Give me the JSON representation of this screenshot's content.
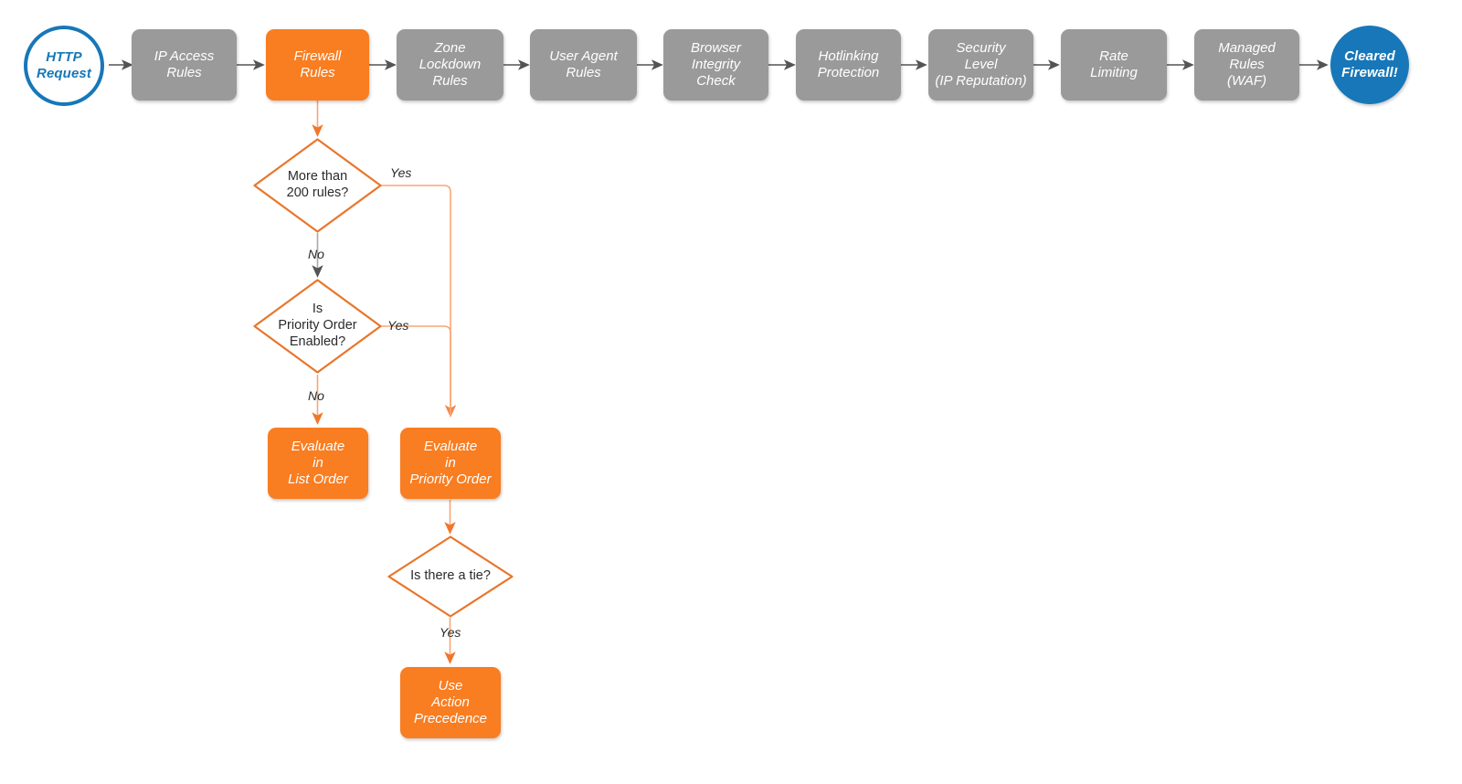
{
  "diagram": {
    "title": "Cloudflare request evaluation order flowchart",
    "colors": {
      "gray": "#9a9a9a",
      "orange": "#f97d21",
      "orange_light": "#f8a776",
      "blue": "#1777b8",
      "arrow_gray": "#545454",
      "text_dark": "#2b2b2b",
      "background": "#ffffff"
    }
  },
  "pipeline": {
    "start": {
      "label": "HTTP\nRequest",
      "shape": "circle",
      "style": "hollow-blue"
    },
    "steps": [
      {
        "label": "IP Access\nRules",
        "style": "gray"
      },
      {
        "label": "Firewall\nRules",
        "style": "orange"
      },
      {
        "label": "Zone\nLockdown\nRules",
        "style": "gray"
      },
      {
        "label": "User Agent\nRules",
        "style": "gray"
      },
      {
        "label": "Browser\nIntegrity\nCheck",
        "style": "gray"
      },
      {
        "label": "Hotlinking\nProtection",
        "style": "gray"
      },
      {
        "label": "Security\nLevel\n(IP Reputation)",
        "style": "gray"
      },
      {
        "label": "Rate\nLimiting",
        "style": "gray"
      },
      {
        "label": "Managed\nRules\n(WAF)",
        "style": "gray"
      }
    ],
    "end": {
      "label": "Cleared\nFirewall!",
      "shape": "circle",
      "style": "filled-blue"
    }
  },
  "branch": {
    "decisions": [
      {
        "id": "more-than-200-rules",
        "label": "More than\n200 rules?",
        "yes": "Yes",
        "no": "No"
      },
      {
        "id": "is-priority-order",
        "label": "Is\nPriority Order\nEnabled?",
        "yes": "Yes",
        "no": "No"
      },
      {
        "id": "is-there-a-tie",
        "label": "Is there a tie?",
        "yes": "Yes",
        "no": ""
      }
    ],
    "outcomes": [
      {
        "id": "evaluate-list-order",
        "label": "Evaluate\nin\nList Order",
        "style": "orange"
      },
      {
        "id": "evaluate-priority-order",
        "label": "Evaluate\nin\nPriority Order",
        "style": "orange"
      },
      {
        "id": "use-action-precedence",
        "label": "Use\nAction\nPrecedence",
        "style": "orange"
      }
    ],
    "edge_labels": {
      "d1_yes": "Yes",
      "d1_no": "No",
      "d2_yes": "Yes",
      "d2_no": "No",
      "d3_yes": "Yes"
    }
  }
}
